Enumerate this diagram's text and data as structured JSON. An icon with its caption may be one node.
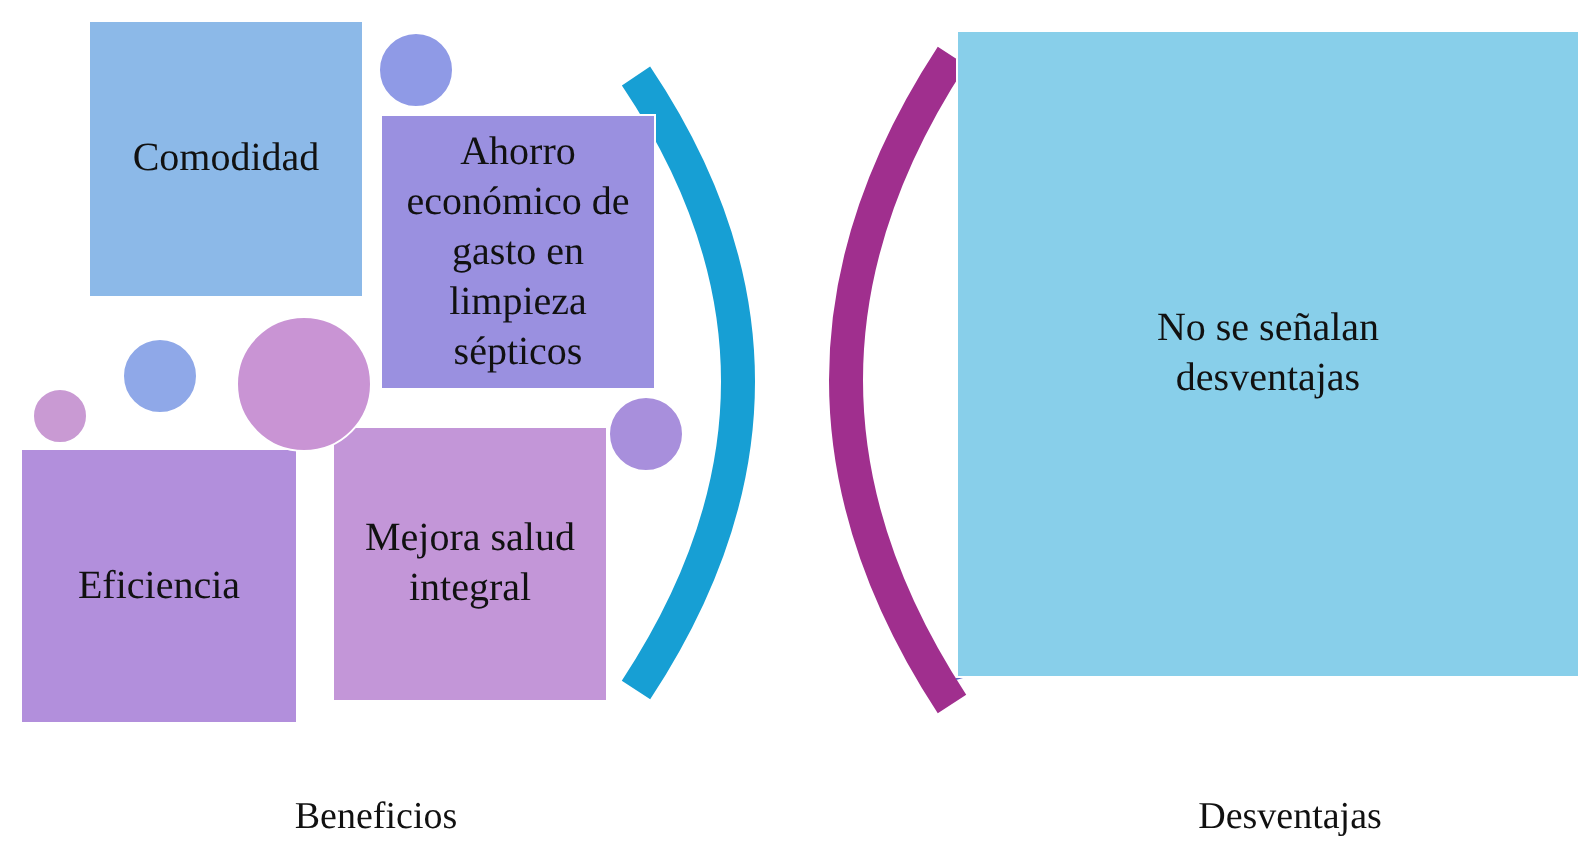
{
  "diagram": {
    "nodes": [
      {
        "text": [
          "Comodidad"
        ]
      },
      {
        "text": [
          "Ahorro económico de gasto en limpieza sépticos"
        ]
      },
      {
        "text": [
          "Eficiencia"
        ]
      },
      {
        "text": [
          "Mejora salud integral"
        ]
      },
      {
        "text": [
          "No se señalan desventajas"
        ]
      },
      {
        "text": [],
        "shape": "circle"
      },
      {
        "text": [],
        "shape": "circle"
      },
      {
        "text": [],
        "shape": "circle"
      },
      {
        "text": [],
        "shape": "circle"
      },
      {
        "text": [],
        "shape": "circle"
      }
    ],
    "edges": [],
    "labels": [
      "Beneficios",
      "Desventajas"
    ]
  }
}
